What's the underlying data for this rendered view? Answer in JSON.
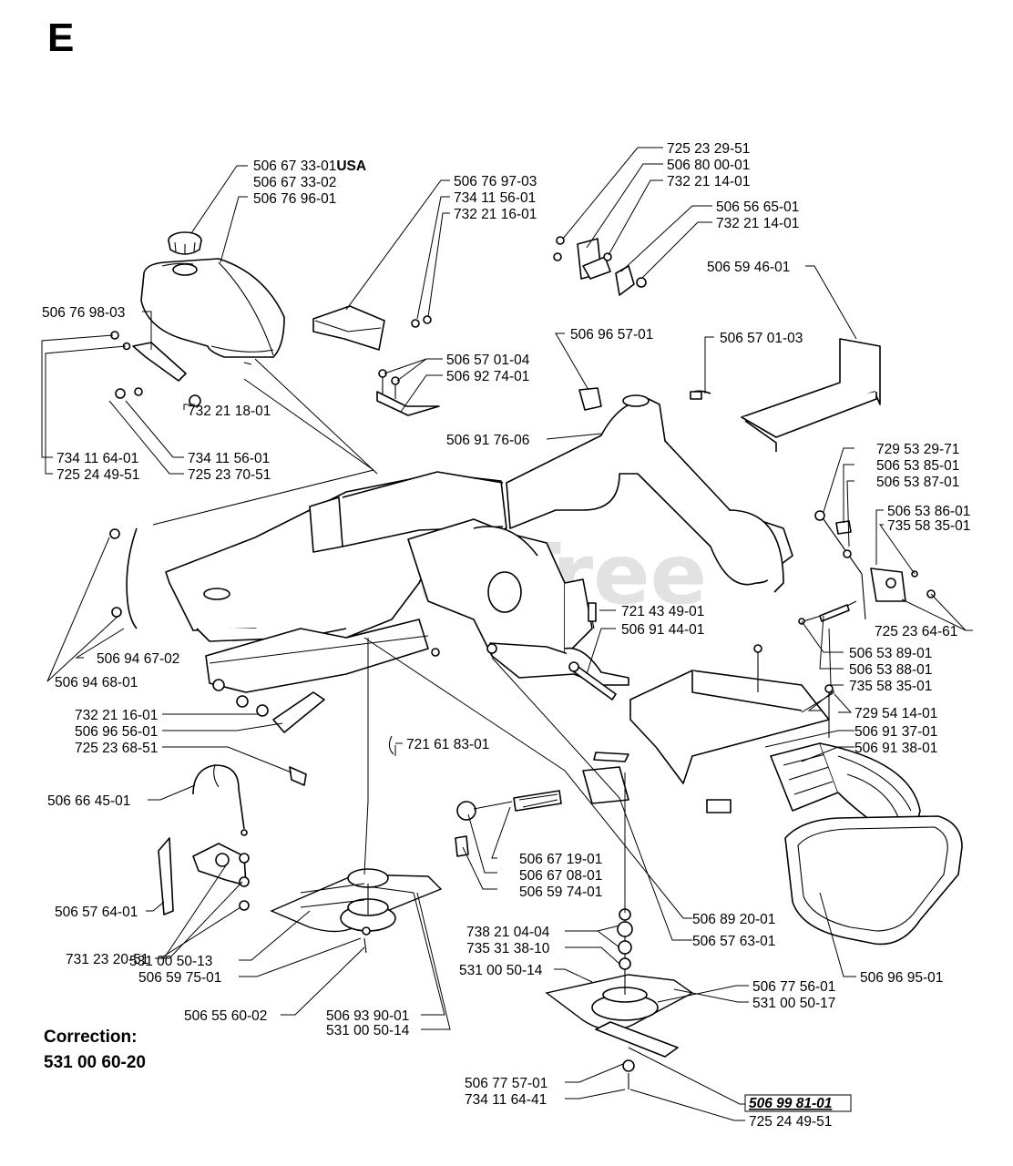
{
  "section_letter": "E",
  "watermark": "PartsTree",
  "watermark_tm": "TM",
  "correction": {
    "title": "Correction:",
    "value": "531 00 60-20"
  },
  "labels": {
    "fuel_cap_usa_num": "506 67 33-01",
    "fuel_cap_usa_suffix": "USA",
    "fuel_cap": "506 67 33-02",
    "fuel_tank": "506 76 96-01",
    "tank_bracket_rear": "506 76 97-03",
    "washer_a": "734 11 56-01",
    "nut_a": "732 21 16-01",
    "screw_a": "725 23 29-51",
    "bracket_a": "506 80 00-01",
    "nut_b": "732 21 14-01",
    "clip_a": "506 56 65-01",
    "nut_c": "732 21 14-01",
    "seat_plate": "506 59 46-01",
    "tank_bracket_front": "506 76 98-03",
    "knob": "506 96 57-01",
    "seat_bracket": "506 57 01-03",
    "bracket_b": "506 57 01-04",
    "bracket_c": "506 92 74-01",
    "nut_d": "732 21 18-01",
    "frame": "506 91 76-06",
    "washer_b": "734 11 64-01",
    "washer_c": "734 11 56-01",
    "screw_b": "725 24 49-51",
    "screw_c": "725 23 70-51",
    "rod_a": "729 53 29-71",
    "link_a": "506 53 85-01",
    "link_b": "506 53 87-01",
    "lever_a": "506 53 86-01",
    "spring_a": "735 58 35-01",
    "screw_d": "725 23 64-61",
    "pin_a": "721 43 49-01",
    "shaft_a": "506 91 44-01",
    "fuel_hose": "506 94 67-02",
    "hose_clamp": "506 94 68-01",
    "spring_b": "506 53 89-01",
    "rod_b": "506 53 88-01",
    "spring_c": "735 58 35-01",
    "cotter_pin": "721 61 83-01",
    "screw_e": "729 54 14-01",
    "nut_e": "732 21 16-01",
    "bracket_d": "506 96 56-01",
    "screw_f": "725 23 68-51",
    "cover_a": "506 91 37-01",
    "cover_b": "506 91 38-01",
    "hook": "506 66 45-01",
    "spring_d": "506 67 19-01",
    "link_c": "506 67 08-01",
    "bolt_a": "506 59 74-01",
    "rod_c": "506 57 64-01",
    "idler_bracket": "506 89 20-01",
    "tension_arm": "506 57 63-01",
    "hood": "506 96 95-01",
    "washers": "738 21 04-04",
    "bearing": "735 31 38-10",
    "nut_f": "731 23 20-51",
    "belt_a": "531 00 50-14",
    "pulley_a": "506 77 56-01",
    "belt_b": "531 00 50-17",
    "belt_c": "531 00 50-13",
    "bolt_b": "506 59 75-01",
    "screw_g": "506 55 60-02",
    "pulley_b": "506 93 90-01",
    "belt_d": "531 00 50-14",
    "pulley_c": "506 77 57-01",
    "washer_d": "734 11 64-41",
    "idler_arm": "506 99 81-01",
    "screw_h": "725 24 49-51"
  }
}
